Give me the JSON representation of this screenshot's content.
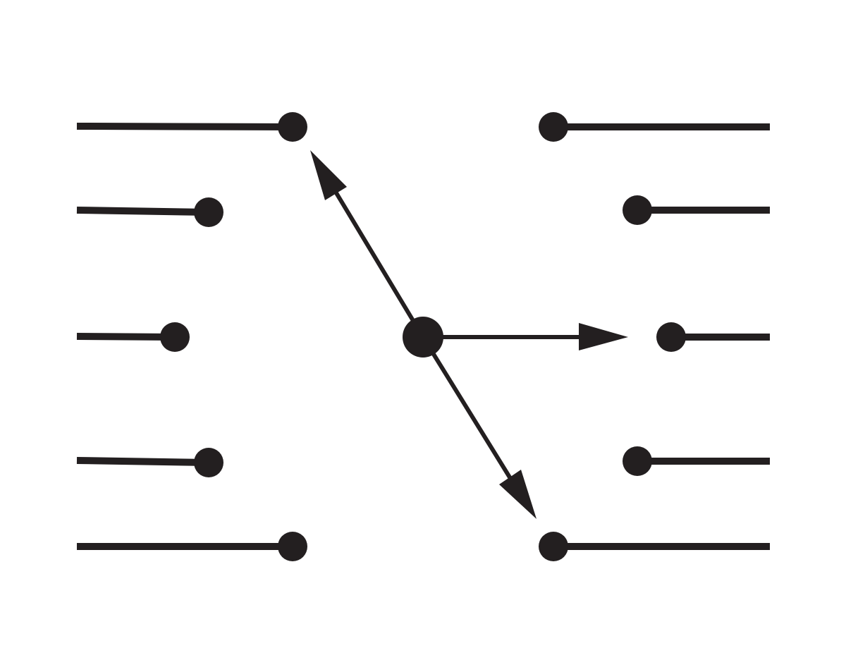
{
  "diagram": {
    "colors": {
      "ink": "#231f20",
      "background": "#ffffff"
    },
    "left_terminals": 5,
    "right_terminals": 5,
    "arrows": [
      "up-left",
      "right",
      "down-right"
    ]
  }
}
